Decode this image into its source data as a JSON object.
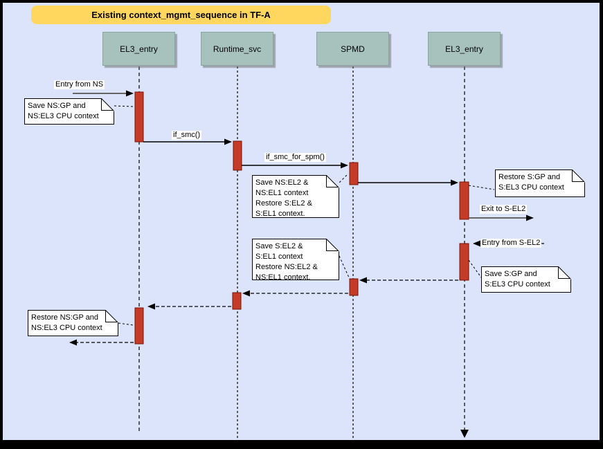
{
  "title": "Existing context_mgmt_sequence in TF-A",
  "actors": [
    {
      "name": "EL3_entry"
    },
    {
      "name": "Runtime_svc"
    },
    {
      "name": "SPMD"
    },
    {
      "name": "EL3_entry"
    }
  ],
  "messages": {
    "entry_from_ns": "Entry from NS",
    "if_smc": "if_smc()",
    "if_smc_for_spm": "if_smc_for_spm()",
    "exit_to_s_el2": "Exit to S-EL2",
    "entry_from_s_el2": "Entry from S-EL2"
  },
  "notes": [
    {
      "lines": [
        "Save NS:GP and",
        "NS:EL3 CPU context"
      ]
    },
    {
      "lines": [
        "Save NS:EL2 &",
        "NS:EL1 context",
        "Restore S:EL2 &",
        "S:EL1 context."
      ]
    },
    {
      "lines": [
        "Restore S:GP and",
        "S:EL3 CPU context"
      ]
    },
    {
      "lines": [
        "Save S:EL2 &",
        "S:EL1 context",
        "Restore NS:EL2 &",
        "NS:EL1 context."
      ]
    },
    {
      "lines": [
        "Save S:GP and",
        "S:EL3 CPU context"
      ]
    },
    {
      "lines": [
        "Restore NS:GP and",
        "NS:EL3 CPU context"
      ]
    }
  ],
  "colors": {
    "canvas_bg": "#dbe4fb",
    "frame": "#000000",
    "title_bg": "#ffd75e",
    "actor_fill": "#a7c2bd",
    "activation_fill": "#c43b28",
    "activation_border": "#741506",
    "note_fill": "#ffffff"
  }
}
